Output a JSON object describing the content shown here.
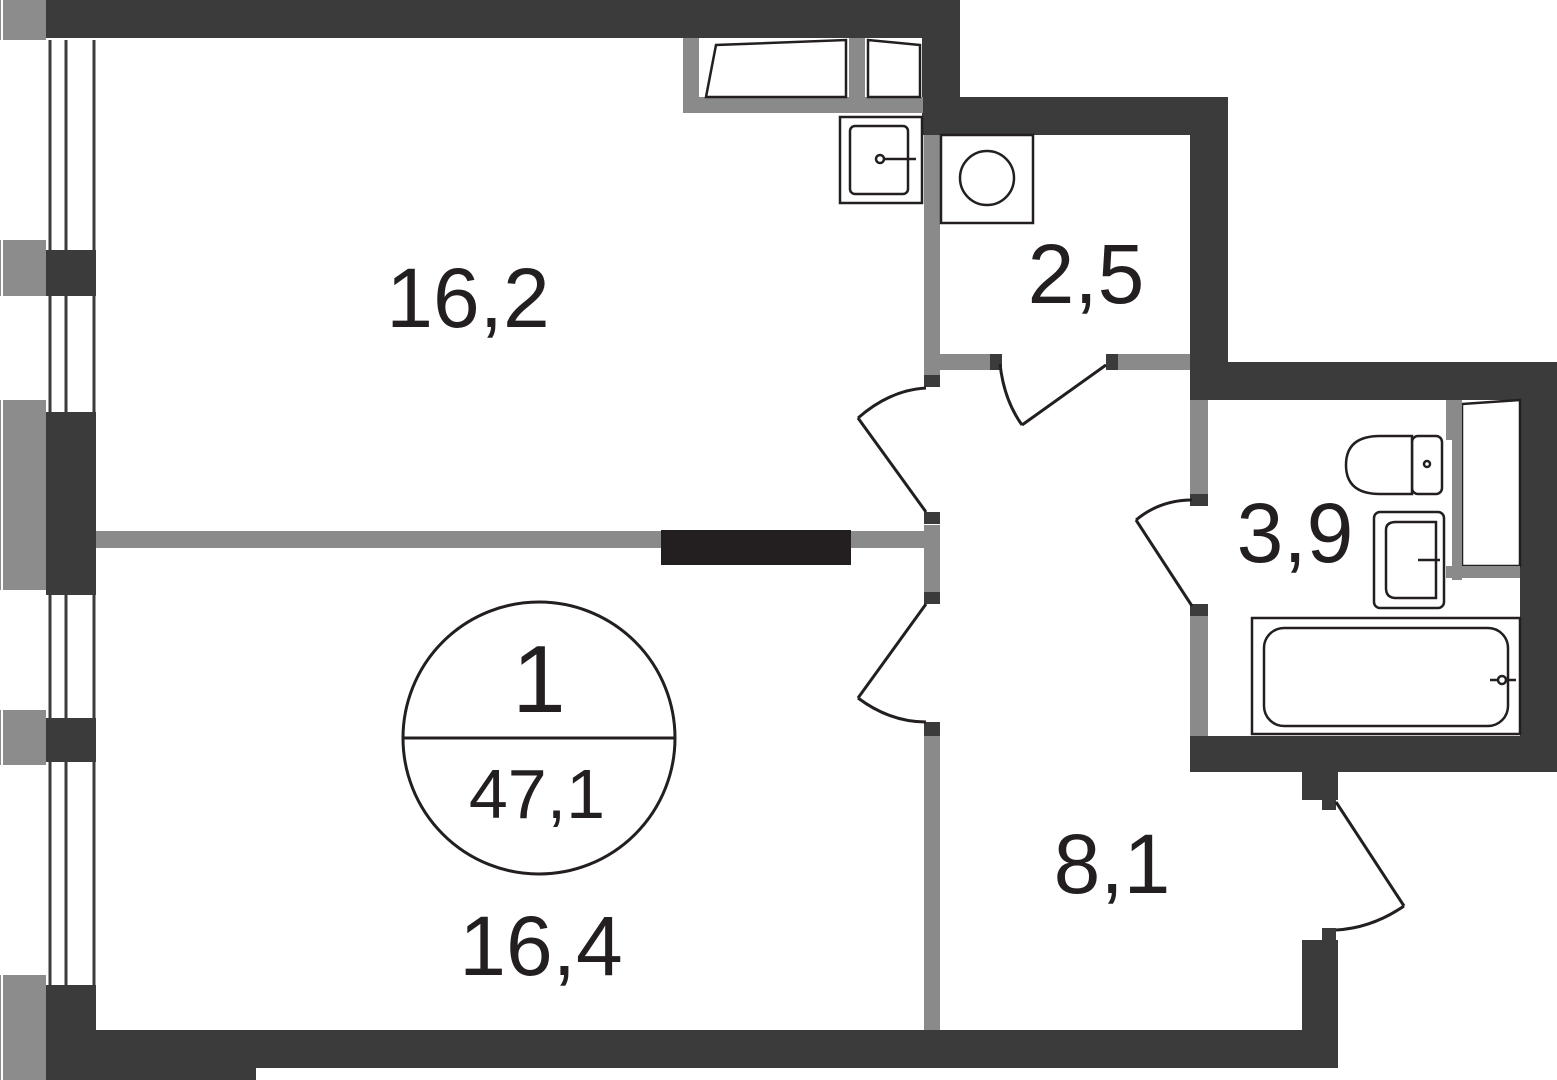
{
  "rooms": {
    "living_upper": {
      "area": "16,2"
    },
    "living_lower": {
      "area": "16,4"
    },
    "storage": {
      "area": "2,5"
    },
    "bathroom": {
      "area": "3,9"
    },
    "hall": {
      "area": "8,1"
    }
  },
  "badge": {
    "room_count": "1",
    "total_area": "47,1"
  },
  "colors": {
    "wall": "#3b3b3b",
    "partition": "#8a8a8a",
    "window": "#8c8c8c",
    "fixture": "#231f20",
    "text": "#231f20"
  }
}
